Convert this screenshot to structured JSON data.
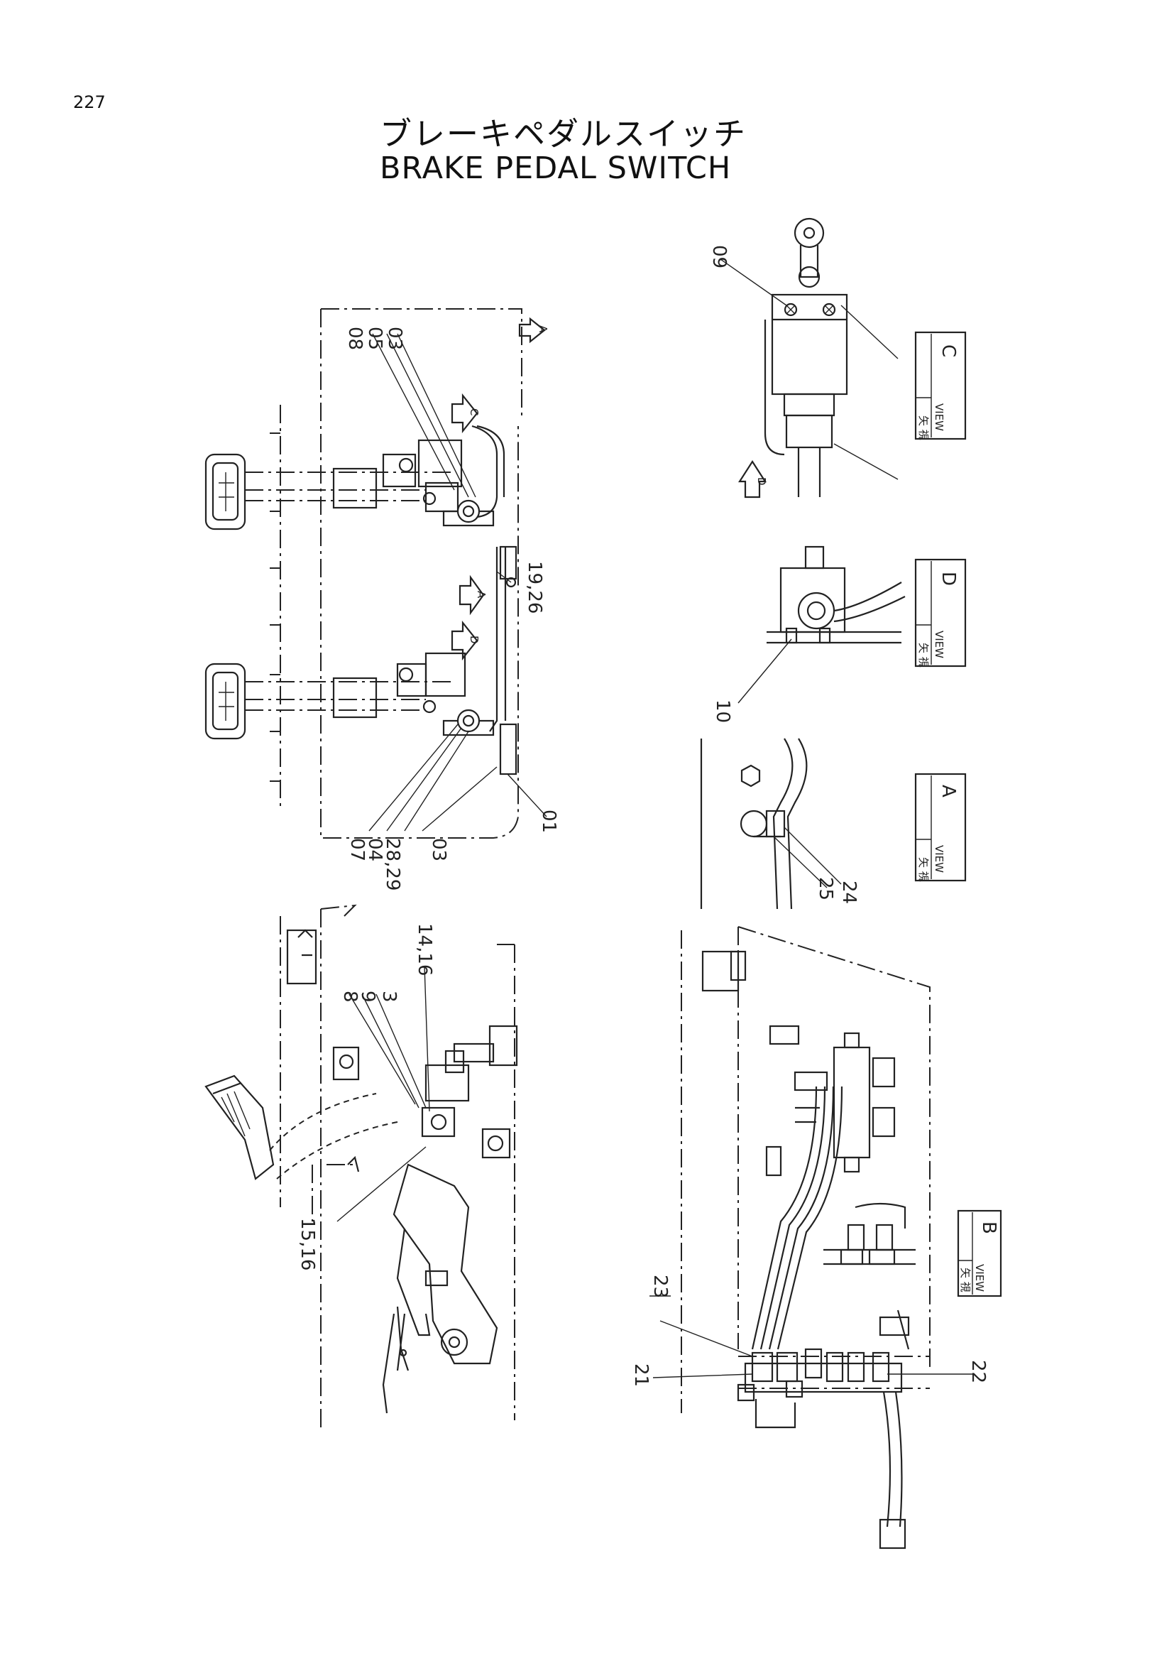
{
  "page_number": "227",
  "title_jp": "ブレーキペダルスイッチ",
  "title_en": "BRAKE PEDAL SWITCH",
  "views": {
    "c": {
      "jp": "矢 視",
      "en": "VIEW",
      "letter": "C"
    },
    "d": {
      "jp": "矢 視",
      "en": "VIEW",
      "letter": "D"
    },
    "a": {
      "jp": "矢 視",
      "en": "VIEW",
      "letter": "A"
    },
    "b": {
      "jp": "矢 視",
      "en": "VIEW",
      "letter": "B"
    }
  },
  "arrow_letters": {
    "top_right": "A",
    "c_main": "C",
    "mid": "A",
    "d_main": "D",
    "d_side": "D"
  },
  "callouts": {
    "c08": "08",
    "c05": "05",
    "c03a": "03",
    "c26": "19,26",
    "c07": "07",
    "c04": "04",
    "c29": "28,29",
    "c03b": "03",
    "c01": "01",
    "c8": "8",
    "c9": "9",
    "c3": "3",
    "c14": "14,16",
    "c15": "15,16",
    "c09": "09",
    "c10": "10",
    "c25": "25",
    "c24": "24",
    "c23": "23",
    "c21": "21",
    "c22": "22"
  }
}
